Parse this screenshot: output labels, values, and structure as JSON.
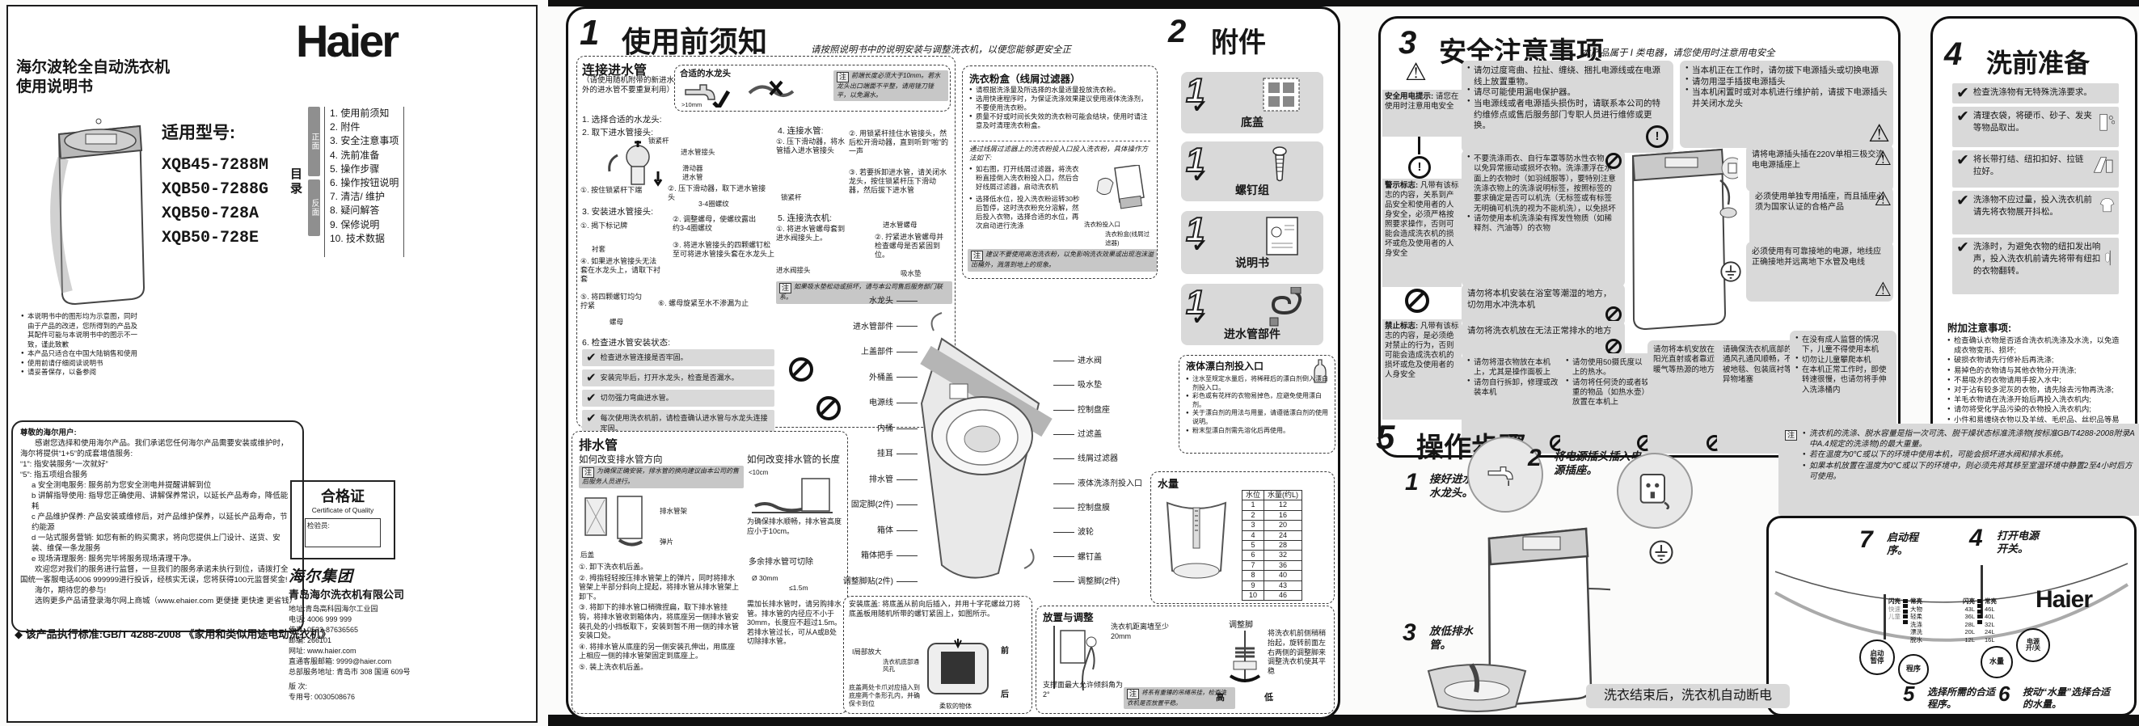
{
  "ui": {
    "note": "注",
    "gt10": ">10mm",
    "lt10": "<10cm"
  },
  "cover": {
    "title1": "海尔波轮全自动洗衣机",
    "title2": "使用说明书",
    "brand": "Haier",
    "models_label": "适用型号:",
    "models": [
      "XQB45-7288M",
      "XQB50-7288G",
      "XQB50-728A",
      "XQB50-728E"
    ],
    "toc_label": "目录",
    "toc_front": "正面",
    "toc_back": "反面",
    "toc": [
      "1. 使用前须知",
      "2. 附件",
      "3. 安全注意事项",
      "4. 洗前准备",
      "5. 操作步骤",
      "6. 操作按钮说明",
      "7. 清洁/ 维护",
      "8. 疑问解答",
      "9. 保修说明",
      "10. 技术数据"
    ],
    "notes": [
      "本说明书中的图形均为示意图，同时由于产品的改进，您所得到的产品及其配件可能与本说明书中的图示不一致，谨此致歉",
      "本产品只适合在中国大陆销售和使用",
      "使用前请仔细阅读说明书",
      "请妥善保存，以备参阅"
    ],
    "letter": {
      "salutation": "尊敬的海尔用户:",
      "p1": "感谢您选择和使用海尔产品。我们承诺您任何海尔产品需要安装或维护时，海尔将提供“1+5”的成套增值服务:",
      "l1": "“1”: 指安装服务“一次就好”",
      "l2": "“5”: 指五项组合服务",
      "items": [
        "a 安全测电服务: 服务前为您安全测电并提醒讲解到位",
        "b 讲解指导使用: 指导您正确使用、讲解保养常识，以延长产品寿命，降低能耗",
        "c 产品维护保养: 产品安装或维修后，对产品维护保养，以延长产品寿命，节约能源",
        "d 一站式服务营销: 如您有新的购买需求，将向您提供上门设计、送货、安装、维保一条龙服务",
        "e 现场清理服务: 服务完毕将服务现场清理干净。"
      ],
      "p2": "欢迎您对我们的服务进行监督，一旦我们的服务承诺未执行到位，请拨打全国统一客服电话4006 999999进行投诉，经核实无误，您将获得100元监督奖金!",
      "p3": "海尔，期待您的参与!",
      "p4": "选购更多产品请登录海尔网上商城（www.ehaier.com 更便捷 更快速 更省钱）"
    },
    "standard": "◆ 该产品执行标准:GB/T 4288-2008 《家用和类似用途电动洗衣机》",
    "cert": {
      "title": "合格证",
      "subtitle": "Certificate of Quality",
      "inspector": "检验员:"
    },
    "company": {
      "group": "海尔集团",
      "name": "青岛海尔洗衣机有限公司",
      "lines": [
        "地址:青岛高科园海尔工业园",
        "电话: 4006 999 999",
        "传真: 0532-87636565",
        "邮编: 266101",
        "网址: www.haier.com",
        "直通客服邮箱: 9999@haier.com",
        "总部服务地址: 青岛市 308 国道 609号"
      ],
      "edition": "版 次:",
      "serial": "专用号: 0030508676"
    }
  },
  "s1": {
    "num": "1",
    "title": "使用前须知",
    "subtitle": "请按照说明书中的说明安装与调整洗衣机，以便您能够更安全正确地使用洗衣机",
    "inlet": {
      "heading": "连接进水管",
      "intro": "（请使用随机附带的新进水管，除本机外的进水管不要重复利用）",
      "s1": "1. 选择合适的水龙头:",
      "faucet_good": "合适的水龙头",
      "faucet_note": "前端长度必须大于10mm。若水龙头出口端面不平整，请用锉刀锉平，以免漏水。",
      "s2": "2. 取下进水管接头:",
      "lbl_lock": "锁紧杆",
      "lbl_joint": "进水管接头",
      "lbl_slider": "滑动器",
      "lbl_hose": "进水管",
      "s2a": "①. 按住锁紧杆下端",
      "s2b": "②. 压下滑动器，取下进水管接头",
      "s3": "3. 安装进水管接头:",
      "s3a": "①. 揭下标记牌",
      "lbl_liner": "衬套",
      "s3b": "②. 调整螺母，使螺纹露出约3-4圈螺纹",
      "lbl_threads": "3-4圈螺纹",
      "s3c": "③. 将进水管接头的四颗螺钉松至可将进水管接头套在水龙头上",
      "s3d": "④. 如果进水管接头无法套在水龙头上，请取下衬套",
      "s3e": "⑤. 将四颗螺钉均匀拧紧",
      "lbl_nut": "螺母",
      "s3f": "⑥. 螺母旋紧至水不渗漏为止",
      "s4": "4. 连接水管:",
      "s4a": "①. 压下滑动器，将水管插入进水管接头",
      "s4b": "②. 用锁紧杆挂住水管接头，然后松开滑动器，直到听到“啪”的一声",
      "s4c": "③. 若要拆卸进水管，请关闭水龙头，按住锁紧杆压下滑动器，然后拔下进水管",
      "lbl_lock2": "锁紧杆",
      "s5": "5. 连接洗衣机:",
      "s5a": "①. 将进水管螺母套到进水阀接头上。",
      "lbl_nut2": "进水管螺母",
      "s5b": "②. 拧紧进水管螺母并检查螺母是否紧固到位。",
      "lbl_valve": "进水阀接头",
      "lbl_pad": "吸水垫",
      "pad_note": "如果吸水垫松动或损坏，请与本公司售后服务部门联系。",
      "s6": "6. 检查进水管安装状态:",
      "checks": [
        "检查进水管连接是否牢固。",
        "安装完毕后，打开水龙头，检查是否漏水。",
        "切勿强力弯曲进水管。",
        "每次使用洗衣机前，请检查确认进水管与水龙头连接牢固。"
      ]
    },
    "drain": {
      "heading": "排水管",
      "dir_heading": "如何改变排水管方向",
      "note": "为确保正确安装，排水管的换向建议由本公司的售后服务人员进行。",
      "lbl_back": "后盖",
      "lbl_rack": "排水管架",
      "lbl_clip": "弹片",
      "steps": [
        "①. 卸下洗衣机后盖。",
        "②. 拇指轻轻按压排水管架上的弹片，同时将排水管架上半部分斜向上提起，将排水管从排水管架上卸下。",
        "③. 将卸下的排水管口稍微捏扁，取下排水管挂钩，将排水管收到箱体内，将底座另一侧排水管安装孔处的小挡板取下，安装到暂不用一侧的排水管安装口处。",
        "④. 将排水管从底座的另一侧安装孔伸出，用底座上相应一侧的排水管架固定到底座上。",
        "⑤. 装上洗衣机后盖。"
      ],
      "len_heading": "如何改变排水管的长度",
      "len_tip": "为确保排水顺畅，排水管高度应小于10cm。",
      "cut_tip": "多余排水管可切除",
      "lbl_dia": "Ø 30mm",
      "lbl_15m": "≤1.5m",
      "len_note": "需加长排水管时，请另购排水管。排水管的内径应不小于30mm，长度应不超过1.5m。若排水管过长，可从A或B处切除排水管。"
    },
    "powder": {
      "heading": "洗衣粉盒（线屑过滤器）",
      "bullets": [
        "请根据洗涤量及所选择的水量适量投放洗衣粉。",
        "选用快速程序时，为保证洗涤效果建议使用液体洗涤剂，不要使用洗衣粉。",
        "质量不好或时间长失效的洗衣粉可能会结块，使用时请注意及时清理洗衣粉盒。"
      ],
      "how_intro": "通过线屑过滤器上的洗衣粉投入口投入洗衣粉，具体操作方法如下:",
      "how": [
        "如右图，打开线屑过滤器，将洗衣粉直接倒入洗衣粉投入口，然后合好线屑过滤器，启动洗衣机",
        "选择低水位，投入洗衣粉运转30秒后暂停，这时洗衣粉充分溶解，然后投入衣物，选择合适的水位，再次启动进行洗涤"
      ],
      "lbl_inlet": "洗衣粉投入口",
      "lbl_box": "洗衣粉盒(线屑过滤器)",
      "note": "建议不要使用高泡洗衣粉，以免影响洗衣效果或出现泡沫溢出桶外，溅落到地上的现象。"
    },
    "labels_left": [
      "水龙头",
      "进水管部件",
      "上盖部件",
      "外桶盖",
      "电源线",
      "内桶",
      "挂耳",
      "排水管",
      "固定脚(2件)",
      "箱体",
      "箱体把手",
      "调整脚贴(2件)"
    ],
    "labels_right": [
      "进水阀",
      "吸水垫",
      "控制盘座",
      "过滤盖",
      "线屑过滤器",
      "液体洗涤剂投入口",
      "控制盘膜",
      "波轮",
      "螺钉盖",
      "调整脚(2件)"
    ],
    "bleach": {
      "heading": "液体漂白剂投入口",
      "bullets": [
        "注水至规定水量后，将稀释后的漂白剂倒入漂白剂投入口。",
        "彩色或有花样的衣物易掉色，应避免使用漂白剂。",
        "关于漂白剂的用法与用量，请遵循漂白剂的使用说明。",
        "粉末型漂白剂需先溶化后再使用。"
      ]
    },
    "water": {
      "heading": "水量",
      "col1": "水位",
      "col2": "水量(约L)",
      "rows": [
        [
          "1",
          "12"
        ],
        [
          "2",
          "16"
        ],
        [
          "3",
          "20"
        ],
        [
          "4",
          "24"
        ],
        [
          "5",
          "28"
        ],
        [
          "6",
          "32"
        ],
        [
          "7",
          "36"
        ],
        [
          "8",
          "40"
        ],
        [
          "9",
          "43"
        ],
        [
          "10",
          "46"
        ]
      ]
    },
    "placement": {
      "heading": "放置与调整",
      "wall": "洗衣机距离墙至少20mm",
      "tilt": "支撑面最大允许倾斜角为2°",
      "foot": "调整脚",
      "adjust": "将洗衣机前侧稍稍抬起，旋转前面左右两侧的调整脚来调整洗衣机使其平稳",
      "high": "高",
      "low": "低",
      "note": "将系有重锤的吊绳吊挂，检查洗衣机是否放置平稳。"
    },
    "bottom_cover": {
      "text": "安装底盖: 将底盖从前向后插入，并用十字花螺丝刀将底盖板用随机所带的螺钉紧固上，如图所示。",
      "front": "前",
      "back": "后",
      "zoom": "I局部放大",
      "vent": "洗衣机底部通风孔",
      "claw": "底盖两处卡爪对应插入到底座两个条形孔内，并确保卡到位",
      "soft": "柔软的物体"
    }
  },
  "s2": {
    "num": "2",
    "title": "附件",
    "qty": "1",
    "items": [
      "底盖",
      "螺钉组",
      "说明书",
      "进水管部件"
    ]
  },
  "s3": {
    "num": "3",
    "title": "安全注意事项",
    "subtitle": "本产品属于 I 类电器，请您使用时注意用电安全",
    "side1_title": "安全用电提示:",
    "side1_text": "请您在使用时注意用电安全",
    "side2_title": "警示标志:",
    "side2_text": "凡带有该标志的内容，关系到产品安全和使用者的人身安全，必须严格按照要求操作，否则可能会造成洗衣机的损坏或危及使用者的人身安全",
    "side3_title": "禁止标志:",
    "side3_text": "凡带有该标志的内容，是必须绝对禁止的行为，否则可能会造成洗衣机的损坏或危及使用者的人身安全",
    "c1": [
      "请勿过度弯曲、拉扯、缠绕、捆扎电源线或在电源线上放置重物。",
      "请尽可能使用漏电保护器。",
      "当电源线或者电源插头损伤时，请联系本公司的特约维修点或售后服务部门专职人员进行维修或更换。"
    ],
    "c2": [
      "不要洗涤雨衣、自行车罩等防水性衣物，以免异常振动或损坏衣物。洗涤漂浮在水面上的衣物时（如羽绒服等），要特别注意洗涤衣物上的洗涤说明标签，按照标签的要求确定是否可以机洗（无标签或有标签无明确可机洗的视为不能机洗），以免损坏",
      "请勿使用本机洗涤染有挥发性物质（如稀释剂、汽油等）的衣物"
    ],
    "c3": "请勿将本机安装在浴室等潮湿的地方，切勿用水冲洗本机",
    "c4": "请勿将洗衣机放在无法正常排水的地方",
    "c5": [
      "请勿将湿衣物放在本机上，尤其是操作面板上",
      "请勿自行拆卸，修理或改装本机"
    ],
    "c6": [
      "请勿使用50摄氏度以上的热水。",
      "请勿将任何烫的或者较重的物品（如热水壶）放置在本机上"
    ],
    "c7": "请勿将本机安放在阳光直射或者靠近暖气等热源的地方",
    "c8": "请确保洗衣机底部的通风孔通风顺畅，不被地毯、包装底衬等异物堵塞",
    "c9": [
      "当本机正在工作时，请勿拔下电源插头或切换电源",
      "请勿用湿手插拔电源插头",
      "当本机闲置时或对本机进行维护前，请拔下电源插头并关闭水龙头"
    ],
    "c10": "请将电源插头插在220V单相三极交流电电源插座上",
    "c11": "必须使用单独专用插座，而且插座必须为国家认证的合格产品",
    "c12": "必须使用有可靠接地的电源，地线应正确接地并远离地下水管及电线",
    "c13": [
      "在没有成人监督的情况下，儿童不得使用本机",
      "切勿让儿童攀爬本机",
      "在本机正常工作时，即使转速很慢，也请勿将手伸入洗涤桶内"
    ]
  },
  "s4": {
    "num": "4",
    "title": "洗前准备",
    "checks": [
      "检查洗涤物有无特殊洗涤要求。",
      "清理衣袋，将硬币、砂子、发夹等物品取出。",
      "将长带打结、纽扣扣好、拉链拉好。",
      "洗涤物不应过量，投入洗衣机前请先将衣物展开抖松。",
      "洗涤时，为避免衣物的纽扣发出响声，投入洗衣机前请先将带有纽扣的衣物翻转。"
    ],
    "extra_heading": "附加注意事项:",
    "extra": [
      "检查确认衣物是否适合洗衣机洗涤及水洗，以免造成衣物变形、损坏;",
      "破损衣物请先行修补后再洗涤;",
      "易掉色的衣物请与其他衣物分开洗涤;",
      "不易吸水的衣物请用手按入水中;",
      "对于沾有较多泥灰的衣物，请先除去污物再洗涤;",
      "羊毛衣物请在洗涤开始后再投入洗衣机内;",
      "请勿将受化学品污染的衣物投入洗衣机内;",
      "小件和易缠绕衣物以及羊绒、毛织品、丝织品等易磨损衣物，请装入网袋中洗涤、漂洗、脱水，以免造成损伤。"
    ]
  },
  "s5": {
    "num": "5",
    "title": "操作步骤",
    "step1_num": "1",
    "step1": "接好进水管，打开水龙头。",
    "step2_num": "2",
    "step2": "将电源插头插入电源插座。",
    "step3_num": "3",
    "step3": "放低排水管。",
    "step4_num": "4",
    "step4": "打开电源开关。",
    "step5_num": "5",
    "step5": "选择所需的合适程序。",
    "step6_num": "6",
    "step6": "按动“水量”选择合适的水量。",
    "step7_num": "7",
    "step7": "启动程序。",
    "notes": [
      "洗衣机的洗涤、脱水容量是指一次可洗、脱干燥状态标准洗涤物(按标准GB/T4288-2008附录A中A.4规定的洗涤物)的最大重量。",
      "若在温度为0℃或以下的环境中使用本机，可能会损坏进水阀和排水系统。",
      "如果本机放置在温度为0℃或以下的环境中，则必须先将其移至室温环境中静置2至4小时后方可使用。"
    ],
    "panel": {
      "brand": "Haier",
      "btn_start1": "启动",
      "btn_start2": "暂停",
      "btn_program": "程序",
      "btn_water": "水量",
      "btn_power1": "电源",
      "btn_power2": "开/关",
      "blink": "闪亮",
      "steady": "常亮",
      "prog_blink": [
        "快速",
        "儿童"
      ],
      "prog_steady": [
        "大物",
        "轻柔",
        "洗涤",
        "漂洗",
        "脱水"
      ],
      "water_blink": [
        "43L",
        "36L",
        "28L",
        "20L",
        "12L"
      ],
      "water_steady": [
        "46L",
        "40L",
        "32L",
        "24L",
        "16L"
      ]
    },
    "footer": "洗衣结束后，洗衣机自动断电"
  }
}
